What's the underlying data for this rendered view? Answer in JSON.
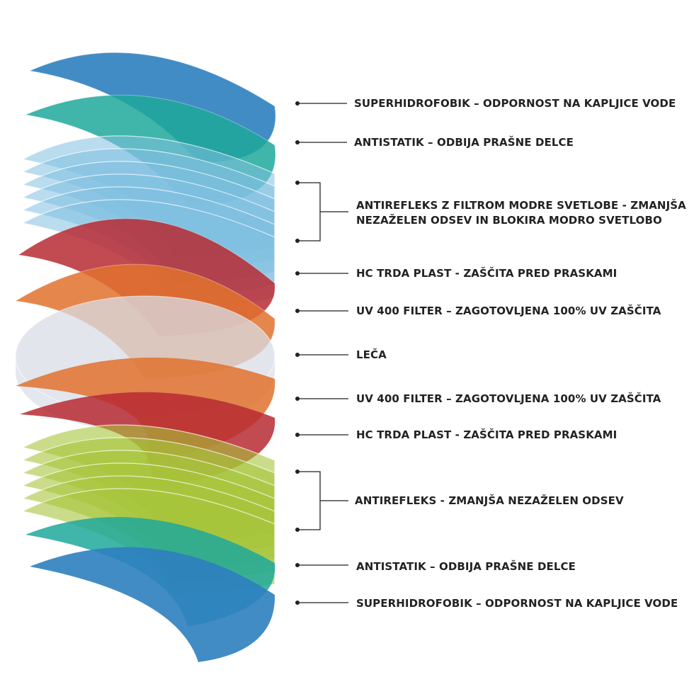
{
  "colors": {
    "blue": "#2D7FBF",
    "teal": "#1FA89A",
    "light_blue": "#7FBFE0",
    "red": "#B72A33",
    "orange": "#E0722E",
    "lens": "#D8DCE6",
    "green": "#A7C43A",
    "connector": "#222222"
  },
  "layers": [
    {
      "id": "superhidrofobik-top",
      "text": "SUPERHIDROFOBIK – ODPORNOST NA KAPLJICE VODE"
    },
    {
      "id": "antistatik-top",
      "text": "ANTISTATIK – ODBIJA PRAŠNE DELCE"
    },
    {
      "id": "antirefleks-blue",
      "lines": [
        "ANTIREFLEKS Z FILTROM MODRE SVETLOBE - ZMANJŠA",
        "NEZAŽELEN ODSEV IN BLOKIRA MODRO SVETLOBO"
      ]
    },
    {
      "id": "hc-top",
      "text": "HC TRDA PLAST - ZAŠČITA PRED PRASKAMI"
    },
    {
      "id": "uv-top",
      "text": "UV 400 FILTER – ZAGOTOVLJENA 100% UV ZAŠČITA"
    },
    {
      "id": "leca",
      "text": "LEČA"
    },
    {
      "id": "uv-bottom",
      "text": "UV 400 FILTER – ZAGOTOVLJENA 100% UV ZAŠČITA"
    },
    {
      "id": "hc-bottom",
      "text": "HC TRDA PLAST - ZAŠČITA PRED PRASKAMI"
    },
    {
      "id": "antirefleks-green",
      "text": "ANTIREFLEKS - ZMANJŠA NEZAŽELEN ODSEV"
    },
    {
      "id": "antistatik-bottom",
      "text": "ANTISTATIK – ODBIJA PRAŠNE DELCE"
    },
    {
      "id": "superhidrofobik-bottom",
      "text": "SUPERHIDROFOBIK – ODPORNOST NA KAPLJICE VODE"
    }
  ]
}
